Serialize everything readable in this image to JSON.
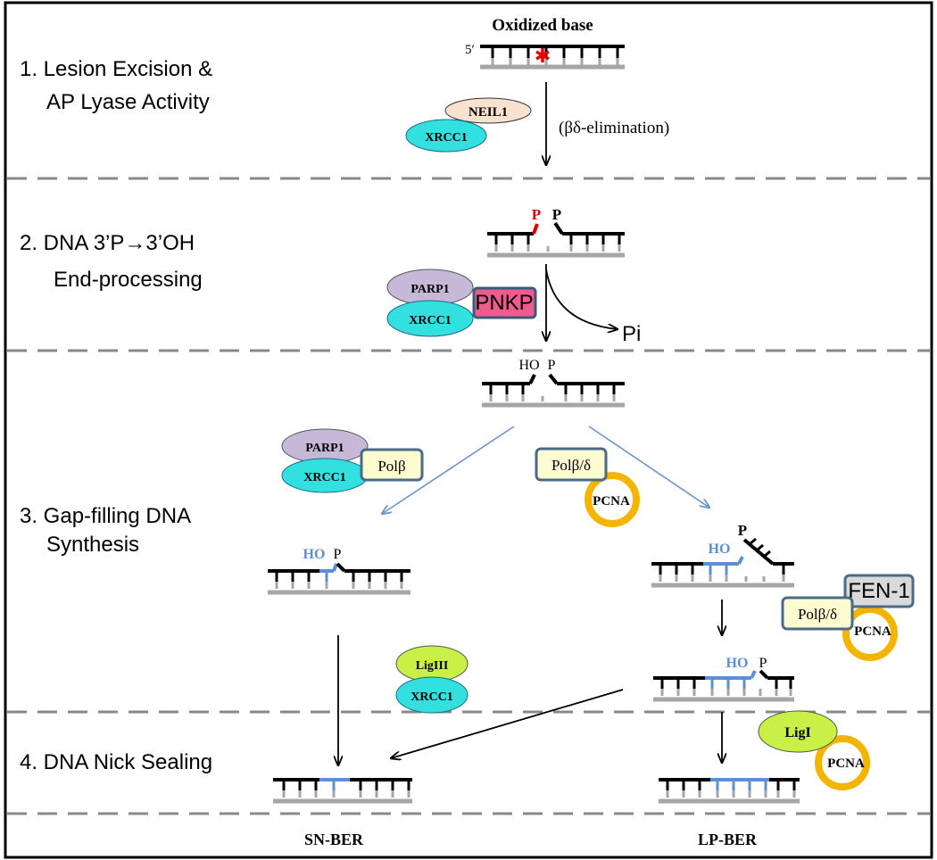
{
  "steps": [
    {
      "line1": "1. Lesion Excision &",
      "line2": "AP Lyase Activity"
    },
    {
      "line1": "2. DNA 3’P→3’OH",
      "line2": "End-processing"
    },
    {
      "line1": "3. Gap-filling DNA",
      "line2": "Synthesis"
    },
    {
      "line1": "4. DNA Nick Sealing"
    }
  ],
  "substrate": {
    "title": "Oxidized base",
    "five_prime": "5′"
  },
  "dna_labels": {
    "p": "P",
    "ho": "HO",
    "pi": "Pi"
  },
  "reaction_note": "(βδ-elimination)",
  "proteins": {
    "neil1": "NEIL1",
    "xrcc1": "XRCC1",
    "parp1": "PARP1",
    "pnkp": "PNKP",
    "pol_b": "Polβ",
    "pol_bd": "Polβ/δ",
    "pcna": "PCNA",
    "fen1": "FEN-1",
    "lig3": "LigIII",
    "lig1": "LigI"
  },
  "pathways": {
    "sn": "SN-BER",
    "lp": "LP-BER"
  },
  "colors": {
    "xrcc1": "#33e0e0",
    "neil1": "#f7e1cf",
    "parp1": "#c8b8d8",
    "pnkp": "#f05a8c",
    "pol": "#fdfbd0",
    "pol_border": "#4a6a8a",
    "pcna_ring": "#f5b400",
    "fen1": "#d9d9d9",
    "ligase": "#c8f046",
    "new_dna": "#5b8fd6",
    "template": "#a6a6a6",
    "arrow_blue": "#6a96cc",
    "dash": "#888888",
    "lesion": "#e00000"
  }
}
